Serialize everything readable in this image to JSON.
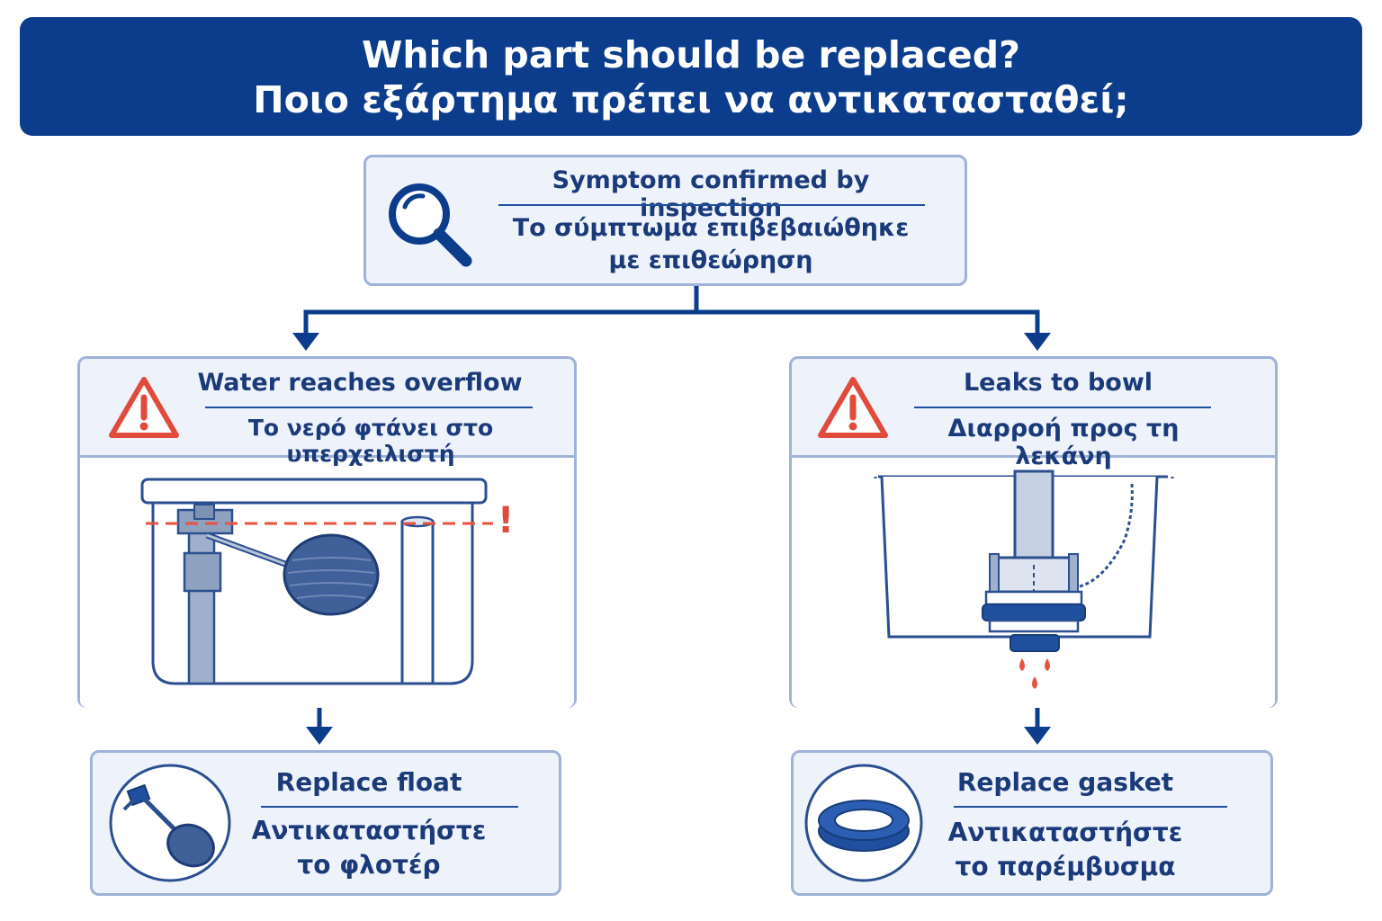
{
  "header": {
    "title_en": "Which part should be replaced?",
    "title_gr": "Ποιο εξάρτημα πρέπει να αντικατασταθεί;"
  },
  "symptom": {
    "label_en": "Symptom confirmed by inspection",
    "label_gr_line1": "Το σύμπτωμα επιβεβαιώθηκε",
    "label_gr_line2": "με επιθεώρηση",
    "icon": "magnifier-icon"
  },
  "branch_left": {
    "label_en": "Water reaches overflow",
    "label_gr": "Το νερό φτάνει στο υπερχειλιστή",
    "icon": "warning-icon",
    "illustration": "tank-overflow-illustration",
    "alert_mark": "!"
  },
  "branch_right": {
    "label_en": "Leaks to bowl",
    "label_gr": "Διαρροή προς τη λεκάνη",
    "icon": "warning-icon",
    "illustration": "flush-valve-leak-illustration"
  },
  "result_left": {
    "label_en": "Replace float",
    "label_gr_line1": "Αντικαταστήστε",
    "label_gr_line2": "το φλοτέρ",
    "icon": "float-icon"
  },
  "result_right": {
    "label_en": "Replace gasket",
    "label_gr_line1": "Αντικαταστήστε",
    "label_gr_line2": "το παρέμβυσμα",
    "icon": "gasket-icon"
  },
  "colors": {
    "header_bg": "#0b3d8c",
    "box_bg": "#eef2fb",
    "box_border": "#9fb2d8",
    "text": "#1b3a7a",
    "connector": "#0b3d8c",
    "warning": "#e04b3b",
    "water_drop": "#e8523f"
  }
}
